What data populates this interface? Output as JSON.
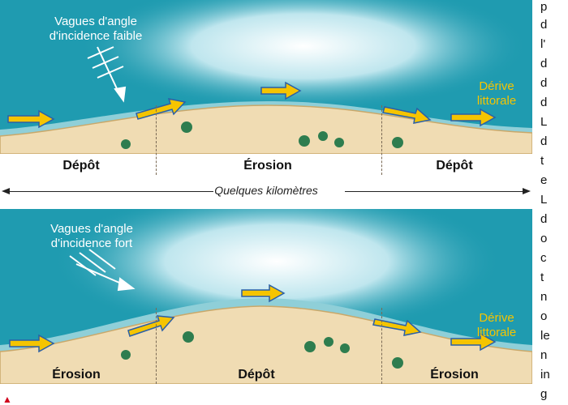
{
  "top_panel": {
    "wave_label": [
      "Vagues d'angle",
      "d'incidence faible"
    ],
    "drift_label": [
      "Dérive",
      "littorale"
    ],
    "zones": [
      "Dépôt",
      "Érosion",
      "Dépôt"
    ]
  },
  "scale": {
    "label": "Quelques kilomètres"
  },
  "bottom_panel": {
    "wave_label": [
      "Vagues d'angle",
      "d'incidence fort"
    ],
    "drift_label": [
      "Dérive",
      "littorale"
    ],
    "zones": [
      "Érosion",
      "Dépôt",
      "Érosion"
    ]
  },
  "side_text": [
    "p",
    "d",
    "l'",
    "d",
    "d",
    "d",
    "L",
    "d",
    "t",
    "e",
    "L",
    "d",
    "o",
    "c",
    "t",
    "n",
    "o",
    "le",
    "n",
    "in",
    "g"
  ],
  "colors": {
    "sea": "#1f9bb0",
    "sand": "#f0dcb3",
    "arrow": "#f5c400",
    "arrow_outline": "#2a5fa8"
  },
  "icons": {
    "corner": "red-triangle-icon"
  }
}
